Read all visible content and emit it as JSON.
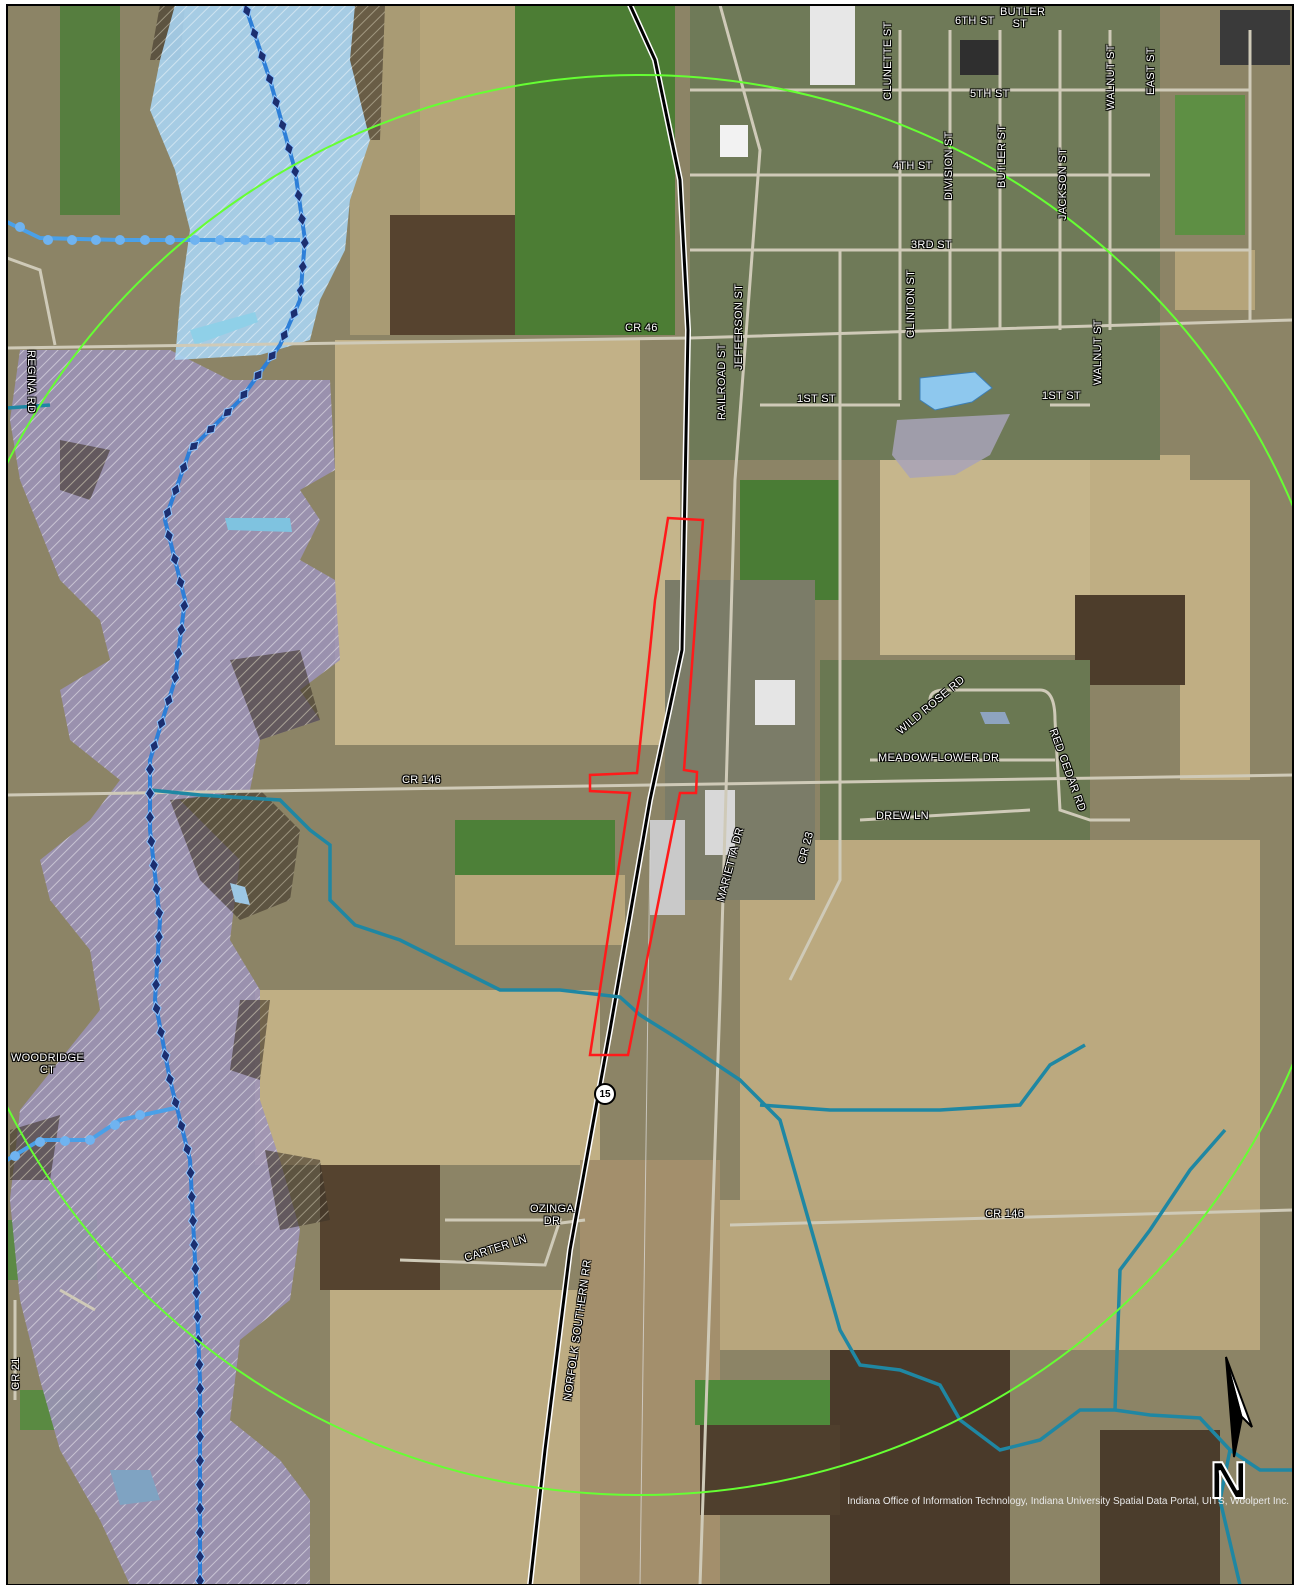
{
  "map": {
    "colors": {
      "field_tan": "#b8a77a",
      "field_light": "#c9b98c",
      "field_green": "#4f7a3a",
      "woods": "#5a4a33",
      "floodway": "#a9d4f2",
      "floodplain": "#9c93b8",
      "stream": "#1f87a3",
      "regulated_drain": "#4aa0e8",
      "diamond_line": "#1c2f70",
      "buffer_circle": "#66ff33",
      "project_outline": "#ff1a1a",
      "railroad": "#000000"
    },
    "icons": [
      "north-arrow-icon",
      "route-shield-icon"
    ],
    "highway_shield": "15",
    "north_label": "N",
    "credit": "Indiana Office of Information Technology, Indiana University Spatial Data Portal, UITS, Woolpert Inc.",
    "labels": {
      "st6": "6TH ST",
      "butler_st_top": "BUTLER\nST",
      "clunette": "CLUNETTE ST",
      "walnut_top": "WALNUT ST",
      "east_st": "EAST ST",
      "st5": "5TH ST",
      "division": "DIVISION ST",
      "butler_st": "BUTLER ST",
      "jackson": "JACKSON ST",
      "st4": "4TH ST",
      "st3": "3RD ST",
      "clinton": "CLINTON ST",
      "regina": "REGINA RD",
      "cr46": "CR 46",
      "railroad_st": "RAILROAD ST",
      "jefferson": "JEFFERSON ST",
      "walnut": "WALNUT ST",
      "st1_a": "1ST ST",
      "st1_b": "1ST ST",
      "wild_rose": "WILD ROSE RD",
      "meadowflower": "MEADOWFLOWER DR",
      "red_cedar": "RED CEDAR RD",
      "cr146_a": "CR 146",
      "drew": "DREW LN",
      "marietta": "MARIETTA DR",
      "cr23": "CR 23",
      "woodridge": "WOODRIDGE\nCT",
      "cr146_b": "CR 146",
      "ozinga": "OZINGA\nDR",
      "carter": "CARTER LN",
      "norfolk": "NORFOLK SOUTHERN RR",
      "cr21": "CR 21"
    }
  }
}
